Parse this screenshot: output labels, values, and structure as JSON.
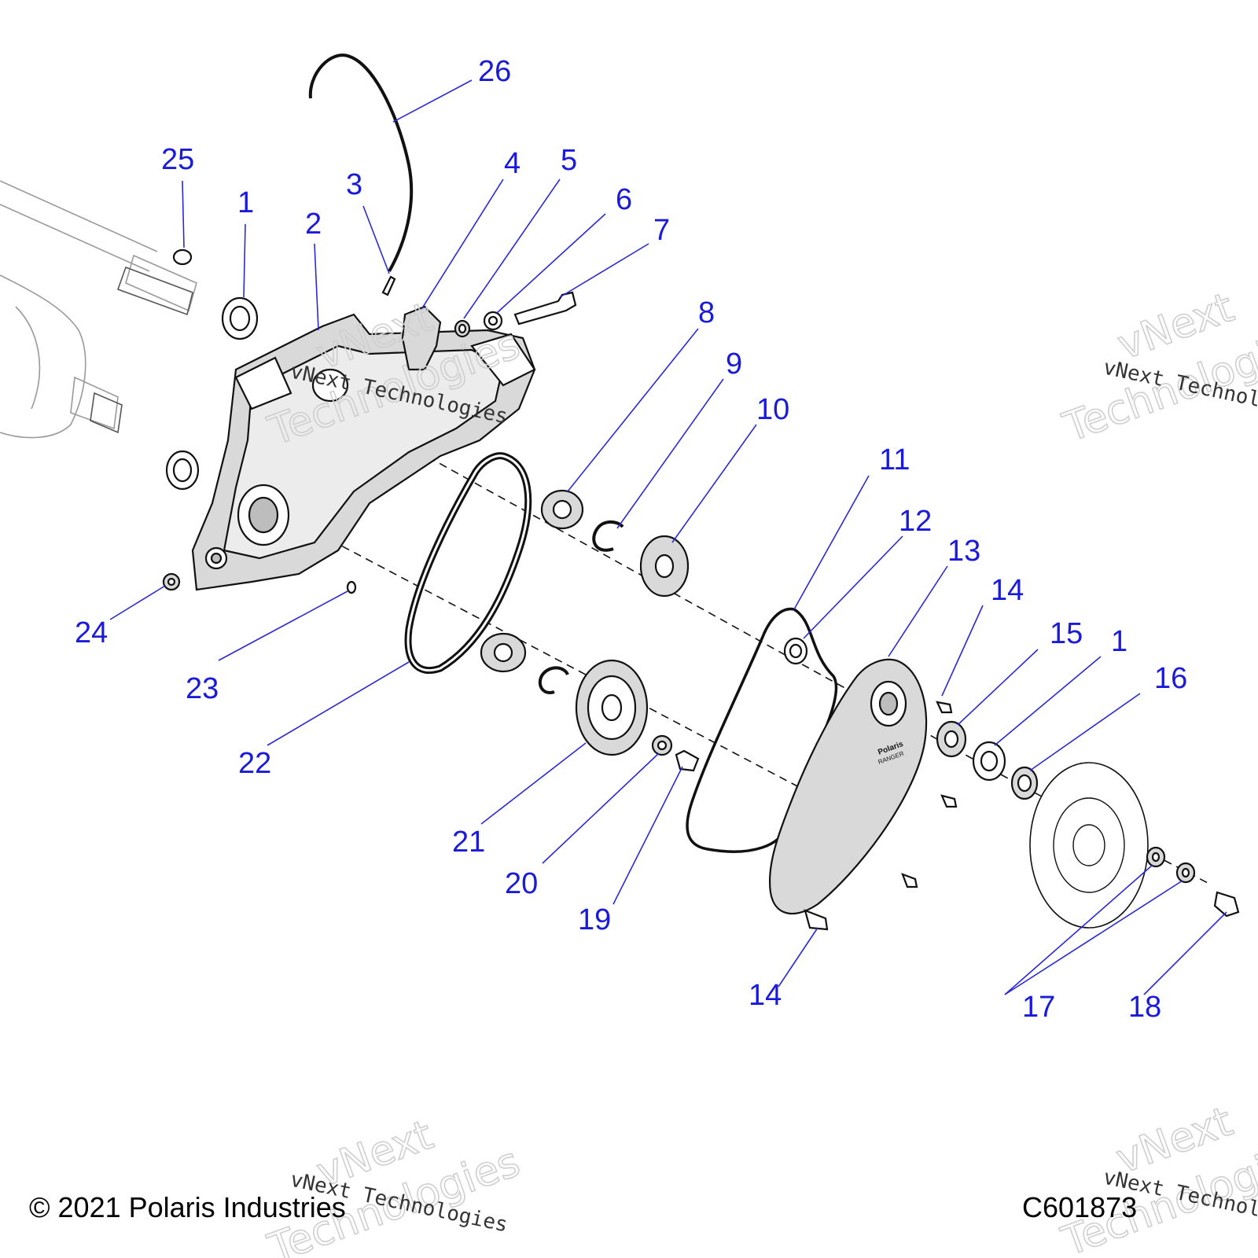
{
  "diagram": {
    "callouts": {
      "c1a": "1",
      "c1b": "1",
      "c2": "2",
      "c3": "3",
      "c4": "4",
      "c5": "5",
      "c6": "6",
      "c7": "7",
      "c8": "8",
      "c9": "9",
      "c10": "10",
      "c11": "11",
      "c12": "12",
      "c13": "13",
      "c14a": "14",
      "c14b": "14",
      "c15": "15",
      "c16": "16",
      "c17": "17",
      "c18": "18",
      "c19": "19",
      "c20": "20",
      "c21": "21",
      "c22": "22",
      "c23": "23",
      "c24": "24",
      "c25": "25",
      "c26": "26"
    },
    "cover_logo_line1": "Polaris",
    "cover_logo_line2": "RANGER"
  },
  "watermarks": {
    "brand_line1": "vNext",
    "brand_line2": "Technologies",
    "brand_small": "vNext Technologies"
  },
  "footer": {
    "copyright": "© 2021 Polaris Industries",
    "diagram_id": "C601873"
  },
  "colors": {
    "callout_blue": "#1a1adb",
    "line_black": "#111111",
    "shade_gray": "#d9d9d9"
  }
}
